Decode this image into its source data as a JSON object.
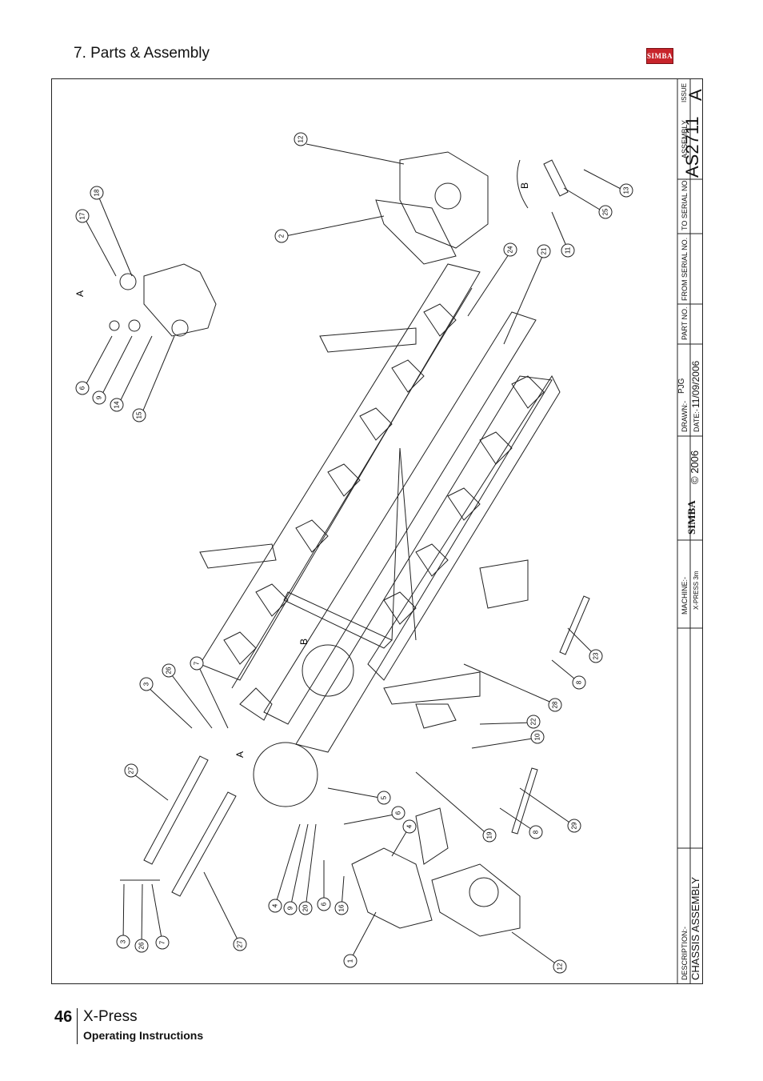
{
  "header": {
    "section_title": "7. Parts & Assembly",
    "logo_text": "SIMBA"
  },
  "footer": {
    "page_number": "46",
    "product": "X-Press",
    "subtitle": "Operating Instructions"
  },
  "title_block": {
    "description_label": "DESCRIPTION:-",
    "description": "CHASSIS ASSEMBLY",
    "machine_label": "MACHINE:-",
    "machine": "X-PRESS 3m",
    "brand": "SIMBA",
    "copyright": "© 2006",
    "drawn_label": "DRAWN:-",
    "drawn": "PJG",
    "date_label": "DATE:-",
    "date": "11/09/2006",
    "part_no_label": "PART NO.",
    "from_serial_label": "FROM SERIAL NO.",
    "to_serial_label": "TO SERIAL NO.",
    "assembly_label": "ASSEMBLY",
    "assembly": "AS2711",
    "issue_label": "ISSUE",
    "issue": "A"
  },
  "view_labels": [
    "A",
    "B",
    "B",
    "A"
  ],
  "callouts": [
    "12",
    "2",
    "13",
    "25",
    "11",
    "18",
    "17",
    "24",
    "21",
    "6",
    "9",
    "14",
    "15",
    "3",
    "26",
    "7",
    "27",
    "23",
    "8",
    "28",
    "22",
    "10",
    "29",
    "8",
    "5",
    "6",
    "4",
    "19",
    "4",
    "9",
    "20",
    "6",
    "16",
    "3",
    "26",
    "7",
    "27",
    "1",
    "12"
  ]
}
